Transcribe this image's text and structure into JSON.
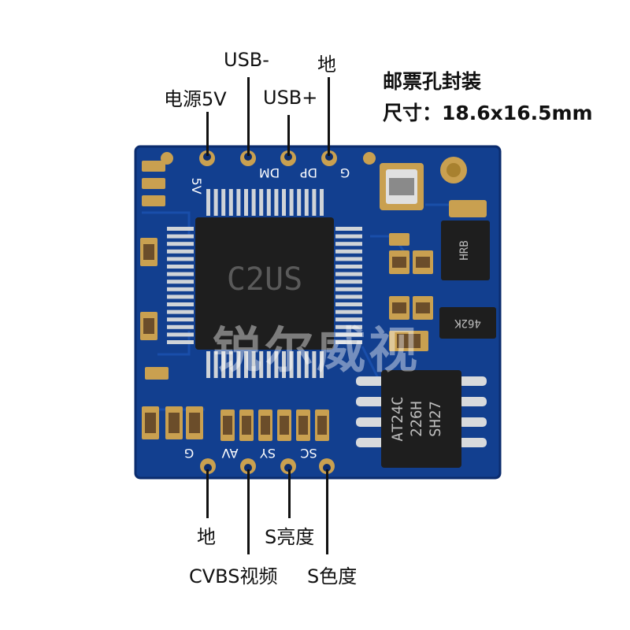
{
  "header": {
    "title": "邮票孔封装",
    "size": "尺寸：18.6x16.5mm"
  },
  "top_labels": {
    "power": "电源5V",
    "usb_minus": "USB-",
    "usb_plus": "USB+",
    "ground": "地"
  },
  "bottom_labels": {
    "ground": "地",
    "cvbs": "CVBS视频",
    "s_luma": "S亮度",
    "s_chroma": "S色度"
  },
  "silkscreen": {
    "top_pins": [
      "5V",
      "DM",
      "DP",
      "G"
    ],
    "bottom_pins": [
      "G",
      "AV",
      "SY",
      "SC"
    ],
    "main_chip": "C2US",
    "eeprom_lines": [
      "AT24C",
      "226H",
      "SH27"
    ],
    "regulator": "HRB",
    "small_part": "462K"
  },
  "watermark": "锐尔威视",
  "colors": {
    "pcb": "#123f8f",
    "pcb_edge": "#0b2c6e",
    "pad": "#c9a050",
    "chip": "#1e1e1e"
  }
}
